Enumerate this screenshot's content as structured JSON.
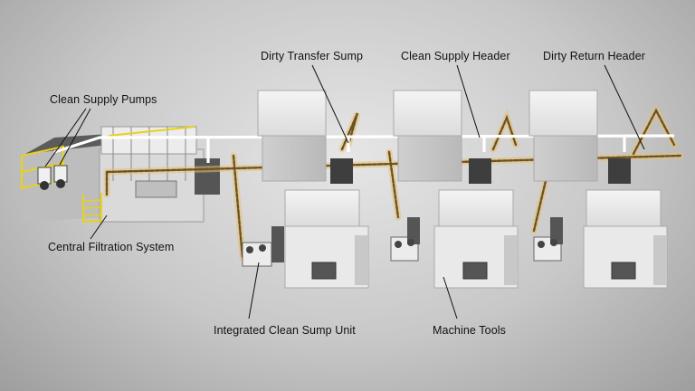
{
  "labels": {
    "clean_supply_pumps": "Clean Supply Pumps",
    "central_filtration_system": "Central Filtration System",
    "dirty_transfer_sump": "Dirty Transfer Sump",
    "clean_supply_header": "Clean Supply Header",
    "dirty_return_header": "Dirty Return Header",
    "integrated_clean_sump_unit": "Integrated Clean Sump Unit",
    "machine_tools": "Machine Tools"
  },
  "colors": {
    "background": "#c8c8c8",
    "dirty_pipe": "#6b5222",
    "dirty_glow": "#e8c070",
    "clean_pipe": "#ffffff",
    "frame_yellow": "#e8d21a",
    "machine_body": "#e9e9e9"
  }
}
